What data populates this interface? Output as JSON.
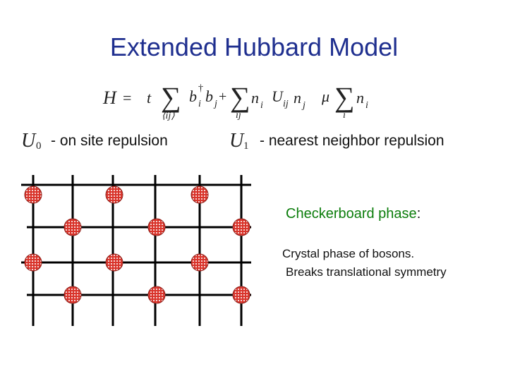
{
  "title": "Extended Hubbard Model",
  "hamiltonian": {
    "h_symbol": "H",
    "equals": "=",
    "t": "t",
    "sum": "∑",
    "sum1_index": "⟨ij⟩",
    "b_dagger_i": "b",
    "dagger": "†",
    "i": "i",
    "b_j": "b",
    "j": "j",
    "plus": "+",
    "sum2_index": "ij",
    "n": "n",
    "U": "U",
    "ij": "ij",
    "mu": "μ",
    "sum3_index": "i"
  },
  "u0": {
    "symbol": "U",
    "sub": "0",
    "desc": "- on site repulsion"
  },
  "u1": {
    "symbol": "U",
    "sub": "1",
    "desc": "- nearest neighbor repulsion"
  },
  "checkerboard": {
    "label": "Checkerboard phase",
    "colon": ":"
  },
  "description": {
    "line1": "Crystal phase of bosons.",
    "line2": "Breaks translational symmetry"
  },
  "colors": {
    "title": "#1f2f8f",
    "label": "#0b7d0b",
    "site": "#d9342b",
    "grid": "#000000"
  }
}
